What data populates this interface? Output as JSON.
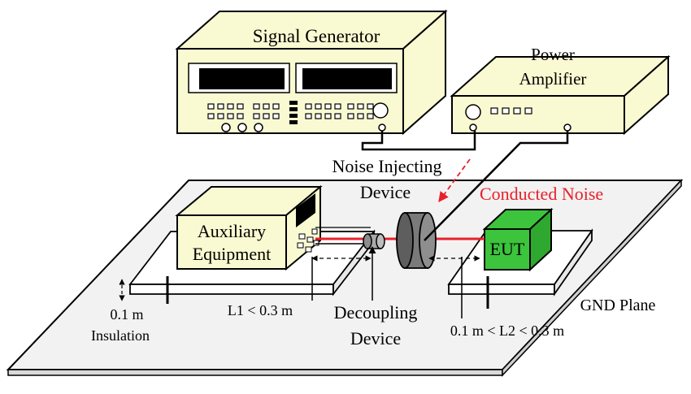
{
  "labels": {
    "signal_generator": "Signal Generator",
    "power_amplifier_line1": "Power",
    "power_amplifier_line2": "Amplifier",
    "noise_injecting_line1": "Noise Injecting",
    "noise_injecting_line2": "Device",
    "conducted_noise": "Conducted Noise",
    "auxiliary_line1": "Auxiliary",
    "auxiliary_line2": "Equipment",
    "eut": "EUT",
    "insulation_line1": "0.1 m",
    "insulation_line2": "Insulation",
    "l1": "L1 < 0.3 m",
    "decoupling_line1": "Decoupling",
    "decoupling_line2": "Device",
    "l2": "0.1 m < L2 < 0.3 m",
    "gnd_plane": "GND Plane"
  },
  "colors": {
    "equipment_fill": "#fafad2",
    "eut_fill": "#3cc43c",
    "conducted_noise": "#e8202a",
    "cable_red": "#e8202a",
    "plane_fill": "#f2f2f2",
    "display_fill": "#000000",
    "ferrite_fill": "#7a7a7a"
  }
}
